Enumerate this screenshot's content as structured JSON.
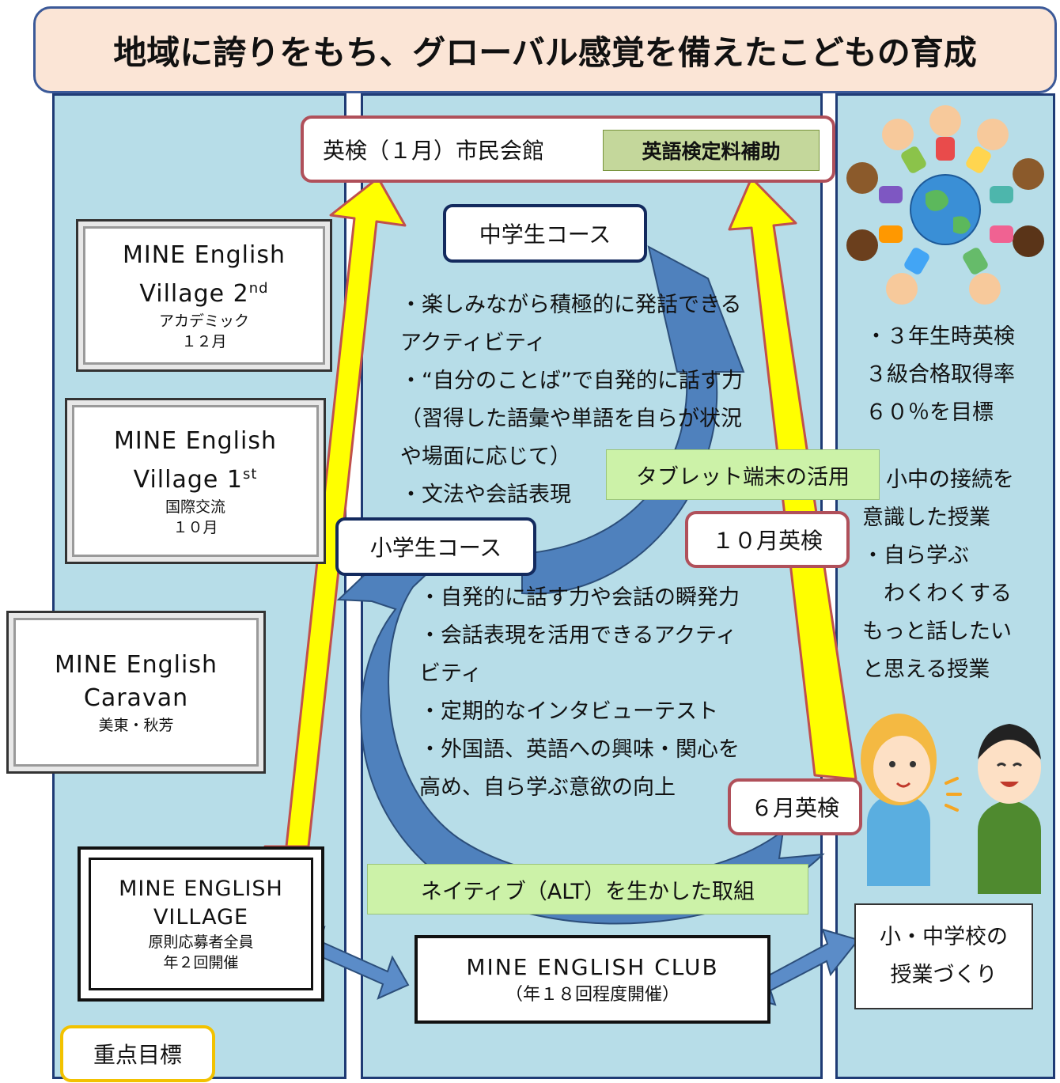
{
  "title": "地域に誇りをもち、グローバル感覚を備えたこどもの育成",
  "top_box": {
    "label": "英検（１月）市民会館",
    "subsidy": "英語検定料補助"
  },
  "left_column": {
    "plaques": [
      {
        "title_line1": "MINE English",
        "title_line2": "Village 2",
        "sup": "nd",
        "sub_line1": "アカデミック",
        "sub_line2": "１２月"
      },
      {
        "title_line1": "MINE English",
        "title_line2": "Village 1",
        "sup": "st",
        "sub_line1": "国際交流",
        "sub_line2": "１０月"
      },
      {
        "title_line1": "MINE English",
        "title_line2": "Caravan",
        "sub_line1": "美東・秋芳"
      },
      {
        "title_line1": "MINE ENGLISH",
        "title_line2": "VILLAGE",
        "sub_line1": "原則応募者全員",
        "sub_line2": "年２回開催"
      }
    ],
    "priority_label": "重点目標"
  },
  "middle_column": {
    "junior_high_course": "中学生コース",
    "junior_high_points": [
      "・楽しみながら積極的に発話できる",
      "アクティビティ",
      "・“自分のことば”で自発的に話す力",
      "（習得した語彙や単語を自らが状況",
      "や場面に応じて）",
      "・文法や会話表現"
    ],
    "tablet_label": "タブレット端末の活用",
    "elementary_course": "小学生コース",
    "elementary_points": [
      "・自発的に話す力や会話の瞬発力",
      "・会話表現を活用できるアクティ",
      "ビティ",
      "・定期的なインタビューテスト",
      "・外国語、英語への興味・関心を",
      "高め、自ら学ぶ意欲の向上"
    ],
    "alt_label": "ネイティブ（ALT）を生かした取組",
    "club_title": "MINE ENGLISH CLUB",
    "club_sub": "（年１８回程度開催）"
  },
  "right_column": {
    "goal_lines": [
      "・３年生時英検",
      "３級合格取得率",
      "６０％を目標"
    ],
    "lesson_lines": [
      "小中の接続を",
      "意識した授業",
      "・自ら学ぶ",
      "　わくわくする",
      "もっと話したい",
      "と思える授業"
    ],
    "school_box_line1": "小・中学校の",
    "school_box_line2": "授業づくり"
  },
  "exams": {
    "october": "１０月英検",
    "june": "６月英検"
  },
  "colors": {
    "column_bg": "#b7dde8",
    "banner_bg": "#fbe5d6",
    "arrow_yellow": "#ffff00",
    "arrow_blue": "#4f81bd",
    "green_label": "#ccf2a8",
    "red_border": "#b0505a"
  }
}
